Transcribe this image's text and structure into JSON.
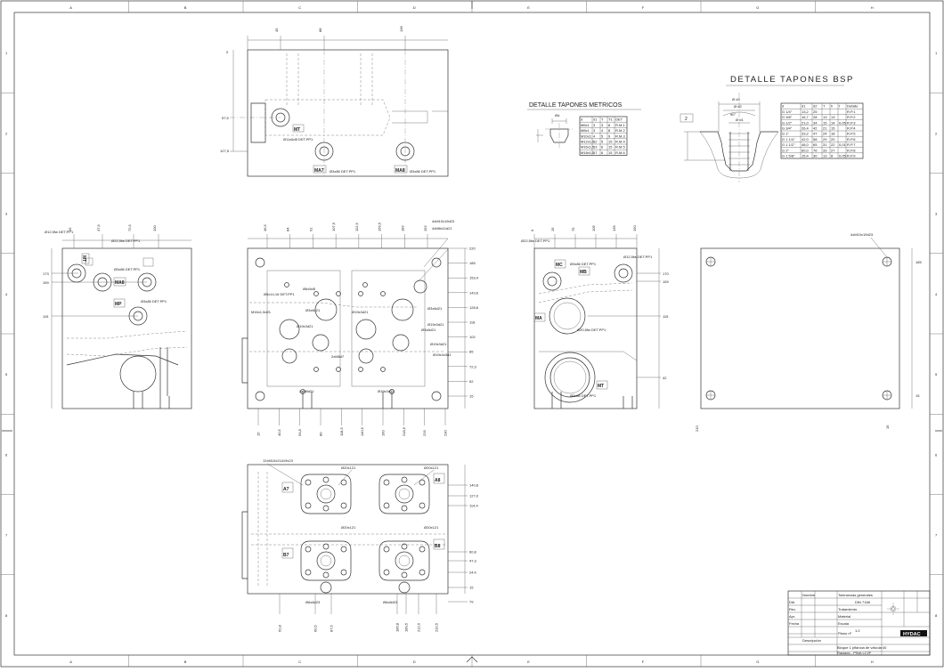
{
  "frame": {
    "col_marks": [
      "A",
      "B",
      "C",
      "D",
      "E",
      "F",
      "G",
      "H"
    ],
    "row_marks": [
      "1",
      "2",
      "3",
      "4",
      "5",
      "6",
      "7",
      "8"
    ]
  },
  "top_view": {
    "top_dims": [
      "45",
      "88",
      "136"
    ],
    "left_dims": [
      "0",
      "57,5",
      "127,5"
    ],
    "ports": [
      "MT",
      "MA7",
      "MA8"
    ],
    "notes": [
      "Ø11x6d5 DET.PP1",
      "Ø3x86 DET.PP1",
      "Ø3x86 DET.PP1"
    ]
  },
  "metric_detail": {
    "title": "DETALLE TAPONES METRICOS",
    "headers": [
      "d",
      "d1",
      "T",
      "T1",
      "DET"
    ],
    "rows": [
      [
        "M6x1",
        "3",
        "3",
        "8",
        "R.M.1"
      ],
      [
        "M8x1",
        "3",
        "4",
        "8",
        "R.M.2"
      ],
      [
        "M10x1",
        "4",
        "5",
        "9",
        "R.M.3"
      ],
      [
        "M12x1,5",
        "12",
        "5",
        "15",
        "R.M.4"
      ],
      [
        "M16x1,5",
        "13",
        "6",
        "15",
        "R.M.5"
      ],
      [
        "M18x1,5",
        "17",
        "6",
        "15",
        "R.M.6"
      ]
    ]
  },
  "bsp_detail": {
    "title": "DETALLE TAPONES BSP",
    "dims": [
      "Ø d3",
      "Ø d2",
      "Ø d1",
      "90°",
      "2"
    ],
    "headers": [
      "d",
      "d1",
      "d2",
      "T",
      "h",
      "t",
      "Detalle"
    ],
    "rows": [
      [
        "G 1/4\"",
        "13,2",
        "25",
        "",
        "",
        "",
        "R.P.1"
      ],
      [
        "G 3/8\"",
        "16,7",
        "28",
        "13",
        "13",
        "",
        "R.P.2"
      ],
      [
        "G 1/2\"",
        "21,0",
        "34",
        "15",
        "14",
        "0,05",
        "R.P.3"
      ],
      [
        "G 3/4\"",
        "26,4",
        "42",
        "21",
        "15",
        "",
        "R.P.4"
      ],
      [
        "G 1\"",
        "33,2",
        "47",
        "24",
        "18",
        "",
        "R.P.5"
      ],
      [
        "G 1 1/4\"",
        "42,0",
        "58",
        "29",
        "20",
        "",
        "R.P.6"
      ],
      [
        "G 1 1/2\"",
        "48,0",
        "65",
        "31",
        "22",
        "0,01",
        "R.P.7"
      ],
      [
        "G 2\"",
        "60,0",
        "76",
        "33",
        "27",
        "",
        "R.P.8"
      ],
      [
        "G 1 5/8\"",
        "15,4",
        "30",
        "13",
        "8",
        "0,05",
        "R.P.9"
      ]
    ]
  },
  "left_view": {
    "notes": [
      "Ø12,5fw DET.PP1",
      "Ø22,5fw DET.PP1",
      "Ø3x86 DET.PP1",
      "Ø3x86 DET.PP1"
    ],
    "ports": [
      "MT",
      "MA8",
      "MP"
    ],
    "dims": [
      "15",
      "47,5",
      "72,5",
      "100",
      "173",
      "159",
      "115"
    ]
  },
  "front_view": {
    "right_dims": [
      "220",
      "185",
      "153,4",
      "143,6",
      "128,6",
      "118",
      "102",
      "85",
      "72,3",
      "52",
      "15"
    ],
    "bottom_dims": [
      "15",
      "40,5",
      "54,8",
      "80",
      "118,5",
      "140,5",
      "160",
      "218,5",
      "226",
      "230"
    ],
    "notes": [
      "4xM10x19d23",
      "4xM8x11d21",
      "Ø6x14,16 DET.PP1",
      "Ø6x5d5",
      "M16x1,5d21",
      "Ø3x8d21",
      "Ø19x3d21",
      "Ø3x8d21",
      "Ø19x3d21",
      "Ø19x3d21",
      "Ø3x8d21",
      "Ø19x3d21",
      "2xM8d7",
      "Ø19x4x3d1",
      "2xM8d21",
      "Ø19x3d21"
    ],
    "top_dims": [
      "46,5",
      "84",
      "91",
      "107,5",
      "112,5",
      "156,5",
      "182",
      "192"
    ]
  },
  "right_view": {
    "ports": [
      "MC",
      "MB",
      "MA",
      "MT"
    ],
    "notes": [
      "Ø22,5fw DET.PP1",
      "Ø12,5fw DET.PP1",
      "Ø20,5fw DET.PP1",
      "Ø3x86 DET.PP1",
      "Ø3x86 DET.PP1"
    ],
    "dims": [
      "170",
      "159",
      "115",
      "42"
    ],
    "top_dims": [
      "0",
      "15",
      "75",
      "105",
      "135",
      "150"
    ]
  },
  "rear_view": {
    "notes": [
      "4xM10x19d23"
    ],
    "dims": [
      "185",
      "15",
      "210",
      "15"
    ]
  },
  "bottom_view": {
    "notes": [
      "12xM10x21d19x23",
      "Ø20x121",
      "Ø20x121",
      "Ø20x121",
      "Ø20x121",
      "Ø6x8d23",
      "Ø6x8d23"
    ],
    "ports": [
      "A7",
      "A8",
      "B7",
      "B8"
    ],
    "right_dims": [
      "140,8",
      "127,0",
      "114,4",
      "60,8",
      "47,3",
      "24,4",
      "15",
      "79"
    ],
    "bottom_dims": [
      "62,8",
      "60,5",
      "87,5",
      "186,8",
      "189,5",
      "212,5",
      "232,5"
    ]
  },
  "title_block": {
    "logo": "HYDAC",
    "description_label": "Descripción",
    "description_lines": [
      "Bloque 1 plfancia de válvula 40",
      "Raslado - PINA LC2F"
    ],
    "fields": [
      "Tolerancias generales",
      "DIN 7168",
      "Tratamiento",
      "Material",
      "Escala",
      "1:2",
      "Fecha",
      "Nombre",
      "Dib.",
      "Rev.",
      "Apr.",
      "Plano nº"
    ]
  }
}
